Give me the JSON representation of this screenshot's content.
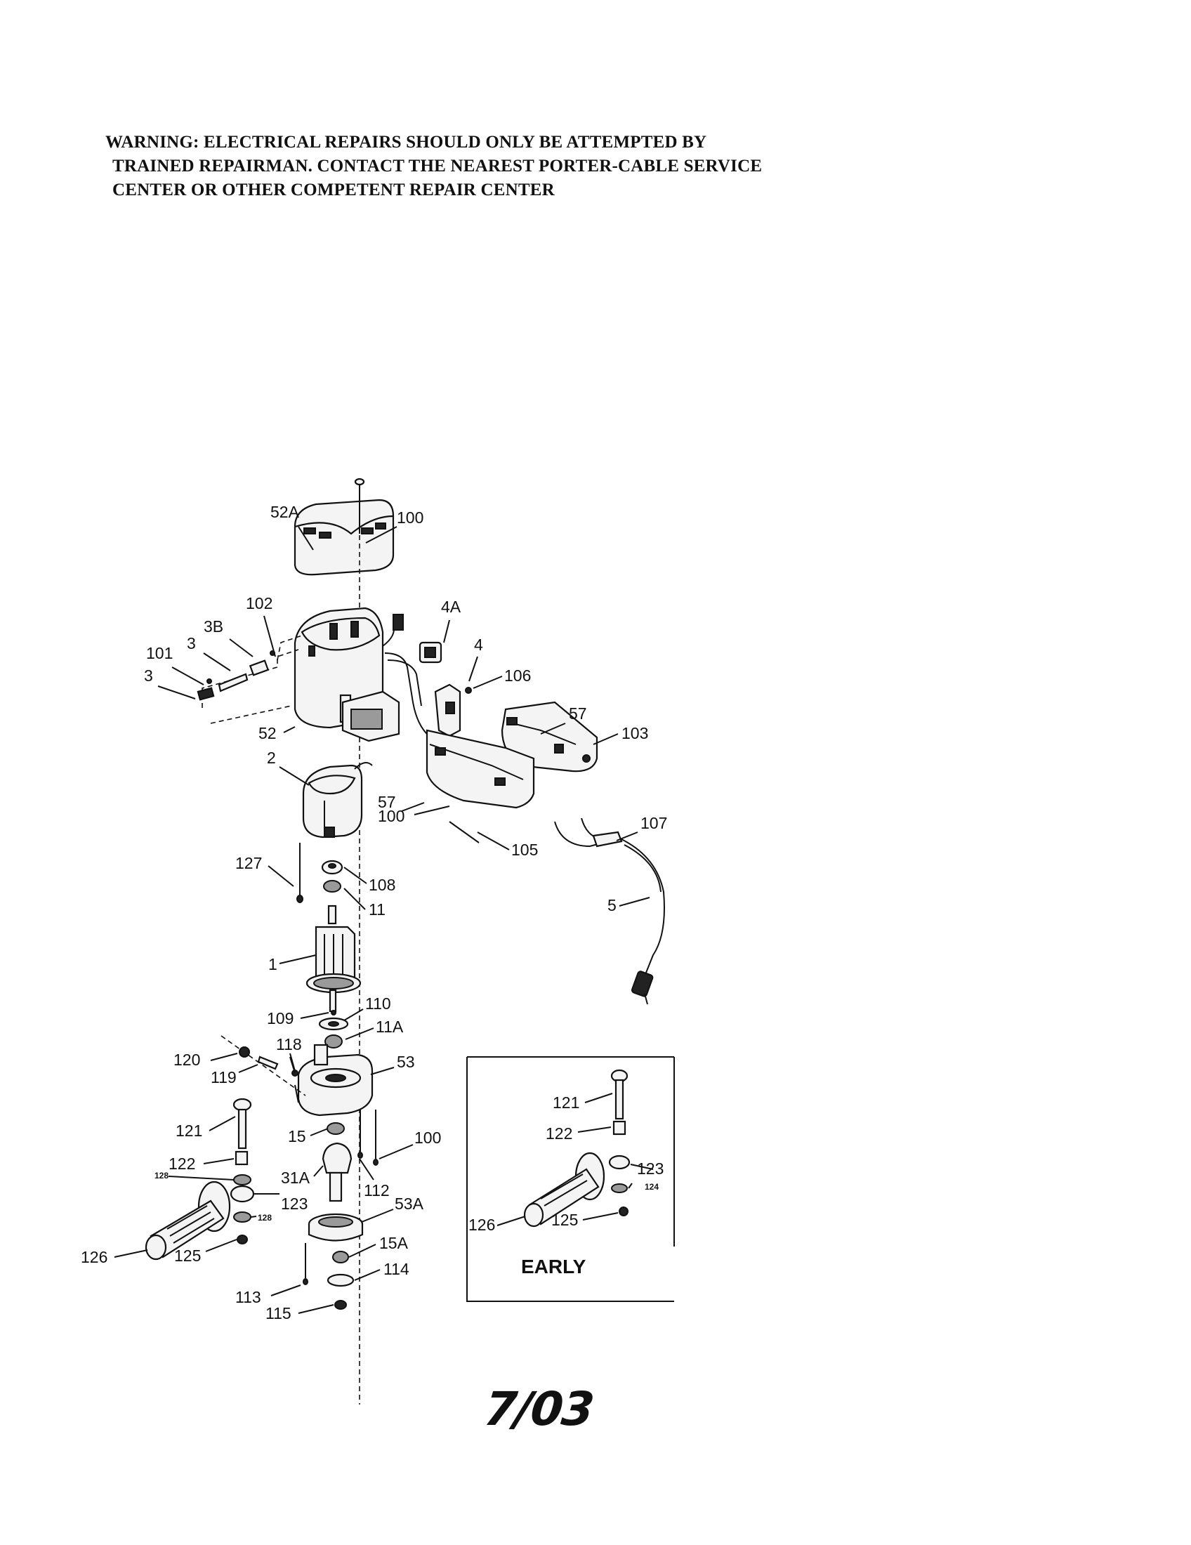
{
  "warning": {
    "line1": "WARNING: ELECTRICAL REPAIRS SHOULD ONLY BE ATTEMPTED BY",
    "line2": "TRAINED REPAIRMAN. CONTACT THE NEAREST PORTER-CABLE SERVICE",
    "line3": "CENTER OR OTHER COMPETENT REPAIR CENTER"
  },
  "callouts": {
    "c52A": "52A",
    "c100a": "100",
    "c102": "102",
    "c3B": "3B",
    "c3a": "3",
    "c101": "101",
    "c3b": "3",
    "c4A": "4A",
    "c4": "4",
    "c106": "106",
    "c57a": "57",
    "c103": "103",
    "c52": "52",
    "c2": "2",
    "c57b": "57",
    "c100b": "100",
    "c105": "105",
    "c107": "107",
    "c127": "127",
    "c108": "108",
    "c11": "11",
    "c5": "5",
    "c1": "1",
    "c109": "109",
    "c110": "110",
    "c11A": "11A",
    "c118": "118",
    "c120": "120",
    "c119": "119",
    "c53": "53",
    "c121": "121",
    "c15": "15",
    "c100c": "100",
    "c122": "122",
    "c128a": "128",
    "c31A": "31A",
    "c112": "112",
    "c123": "123",
    "c128b": "128",
    "c53A": "53A",
    "c126": "126",
    "c125": "125",
    "c15A": "15A",
    "c113": "113",
    "c114": "114",
    "c115": "115"
  },
  "inset": {
    "label": "EARLY",
    "callouts": {
      "c121": "121",
      "c122": "122",
      "c123": "123",
      "c124": "124",
      "c126": "126",
      "c125": "125"
    }
  },
  "date": "7/03"
}
